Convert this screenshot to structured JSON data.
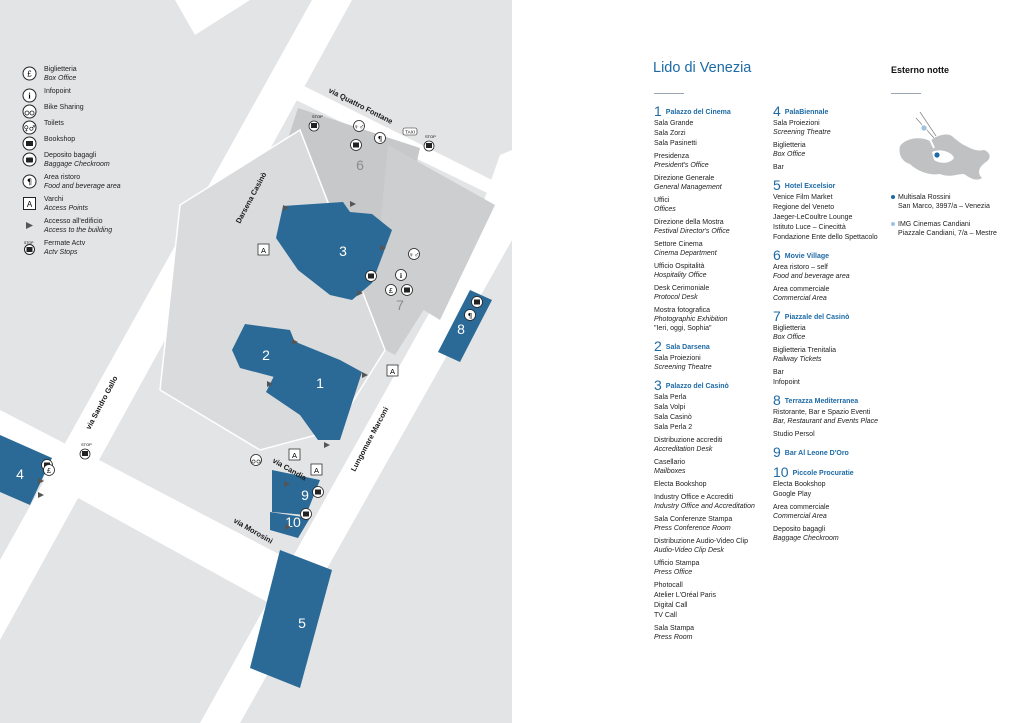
{
  "legend": [
    {
      "icon": "box-office-icon",
      "label": "Biglietteria",
      "sub": "Box Office"
    },
    {
      "icon": "infopoint-icon",
      "label": "Infopoint",
      "sub": ""
    },
    {
      "icon": "bike-sharing-icon",
      "label": "Bike Sharing",
      "sub": ""
    },
    {
      "icon": "toilets-icon",
      "label": "Toilets",
      "sub": ""
    },
    {
      "icon": "bookshop-icon",
      "label": "Bookshop",
      "sub": ""
    },
    {
      "icon": "baggage-icon",
      "label": "Deposito bagagli",
      "sub": "Baggage Checkroom"
    },
    {
      "icon": "food-beverage-icon",
      "label": "Area ristoro",
      "sub": "Food and beverage area"
    },
    {
      "icon": "access-point-icon",
      "label": "Varchi",
      "sub": "Access Points"
    },
    {
      "icon": "building-access-icon",
      "label": "Accesso all'edificio",
      "sub": "Access to the building"
    },
    {
      "icon": "actv-stop-icon",
      "label": "Fermate Actv",
      "sub": "Actv Stops"
    }
  ],
  "map": {
    "roads": {
      "quattro_fontane": "via Quattro Fontane",
      "darsena": "Darsena Casinò",
      "sandro_gallo": "via Sandro Gallo",
      "candia": "via Candia",
      "morosini": "via Morosini",
      "lungomare": "Lungomare Marconi"
    },
    "buildings": [
      "1",
      "2",
      "3",
      "4",
      "5",
      "6",
      "7",
      "8",
      "9",
      "10"
    ],
    "access_letter": "A",
    "stop_text": "STOP",
    "taxi_text": "TAXI"
  },
  "colors": {
    "building": "#2b6a96",
    "accent": "#1d6aa5",
    "road": "#ffffff",
    "ground": "#e3e4e6",
    "area": "#c7c8ca"
  },
  "header": {
    "title": "Lido di Venezia",
    "external_title": "Esterno notte"
  },
  "venues_col1": [
    {
      "num": "1",
      "name": "Palazzo del Cinema",
      "items": [
        {
          "l1": "Sala Grande"
        },
        {
          "l1": "Sala Zorzi"
        },
        {
          "l1": "Sala Pasinetti"
        },
        {
          "l1": "Presidenza",
          "l2": "President's Office"
        },
        {
          "l1": "Direzione Generale",
          "l2": "General Management"
        },
        {
          "l1": "Uffici",
          "l2": "Offices"
        },
        {
          "l1": "Direzione della Mostra",
          "l2": "Festival Director's Office"
        },
        {
          "l1": "Settore Cinema",
          "l2": "Cinema Department"
        },
        {
          "l1": "Ufficio Ospitalità",
          "l2": "Hospitality Office"
        },
        {
          "l1": "Desk Cerimoniale",
          "l2": "Protocol Desk"
        },
        {
          "l1": "Mostra fotografica",
          "l2": "Photographic Exhibition",
          "l3": "\"Ieri, oggi, Sophia\""
        }
      ]
    },
    {
      "num": "2",
      "name": "Sala Darsena",
      "items": [
        {
          "l1": "Sala Proiezioni",
          "l2": "Screening Theatre"
        }
      ]
    },
    {
      "num": "3",
      "name": "Palazzo del Casinò",
      "items": [
        {
          "l1": "Sala Perla"
        },
        {
          "l1": "Sala Volpi"
        },
        {
          "l1": "Sala Casinò"
        },
        {
          "l1": "Sala Perla 2"
        },
        {
          "l1": "Distribuzione accrediti",
          "l2": "Accreditation Desk"
        },
        {
          "l1": "Casellario",
          "l2": "Mailboxes"
        },
        {
          "l1": "Electa Bookshop"
        },
        {
          "l1": "Industry Office e Accrediti",
          "l2": "Industry Office and Accreditation"
        },
        {
          "l1": "Sala Conferenze Stampa",
          "l2": "Press Conference Room"
        },
        {
          "l1": "Distribuzione Audio-Video Clip",
          "l2": "Audio-Video Clip Desk"
        },
        {
          "l1": "Ufficio Stampa",
          "l2": "Press Office"
        },
        {
          "l1": "Photocall"
        },
        {
          "l1": "Atelier L'Oréal Paris"
        },
        {
          "l1": "Digital Call"
        },
        {
          "l1": "TV Call"
        },
        {
          "l1": "Sala Stampa",
          "l2": "Press Room"
        }
      ]
    }
  ],
  "venues_col2": [
    {
      "num": "4",
      "name": "PalaBiennale",
      "items": [
        {
          "l1": "Sala Proiezioni",
          "l2": "Screening Theatre"
        },
        {
          "l1": "Biglietteria",
          "l2": "Box Office"
        },
        {
          "l1": "Bar"
        }
      ]
    },
    {
      "num": "5",
      "name": "Hotel Excelsior",
      "items": [
        {
          "l1": "Venice Film Market"
        },
        {
          "l1": "Regione del Veneto"
        },
        {
          "l1": "Jaeger-LeCoultre Lounge"
        },
        {
          "l1": "Istituto Luce – Cinecittà"
        },
        {
          "l1": "Fondazione Ente dello Spettacolo"
        }
      ]
    },
    {
      "num": "6",
      "name": "Movie Village",
      "items": [
        {
          "l1": "Area ristoro – self",
          "l2": "Food and beverage area"
        },
        {
          "l1": "Area commerciale",
          "l2": "Commercial Area"
        }
      ]
    },
    {
      "num": "7",
      "name": "Piazzale del Casinò",
      "items": [
        {
          "l1": "Biglietteria",
          "l2": "Box Office"
        },
        {
          "l1": "Biglietteria Trenitalia",
          "l2": "Railway Tickets"
        },
        {
          "l1": "Bar"
        },
        {
          "l1": "Infopoint"
        }
      ]
    },
    {
      "num": "8",
      "name": "Terrazza Mediterranea",
      "items": [
        {
          "l1": "Ristorante, Bar e Spazio Eventi",
          "l2": "Bar, Restaurant and Events Place"
        },
        {
          "l1": "Studio Persol"
        }
      ]
    },
    {
      "num": "9",
      "name": "Bar Al Leone D'Oro",
      "items": []
    },
    {
      "num": "10",
      "name": "Piccole Procuratie",
      "items": [
        {
          "l1": "Electa Bookshop"
        },
        {
          "l1": "Google Play"
        },
        {
          "l1": "Area commerciale",
          "l2": "Commercial Area"
        },
        {
          "l1": "Deposito bagagli",
          "l2": "Baggage Checkroom"
        }
      ]
    }
  ],
  "external": [
    {
      "name": "Multisala Rossini",
      "address": "San Marco, 3997/a – Venezia",
      "color": "#1d6aa5"
    },
    {
      "name": "IMG Cinemas Candiani",
      "address": "Piazzale Candiani, 7/a – Mestre",
      "color": "#9cc3e2"
    }
  ]
}
